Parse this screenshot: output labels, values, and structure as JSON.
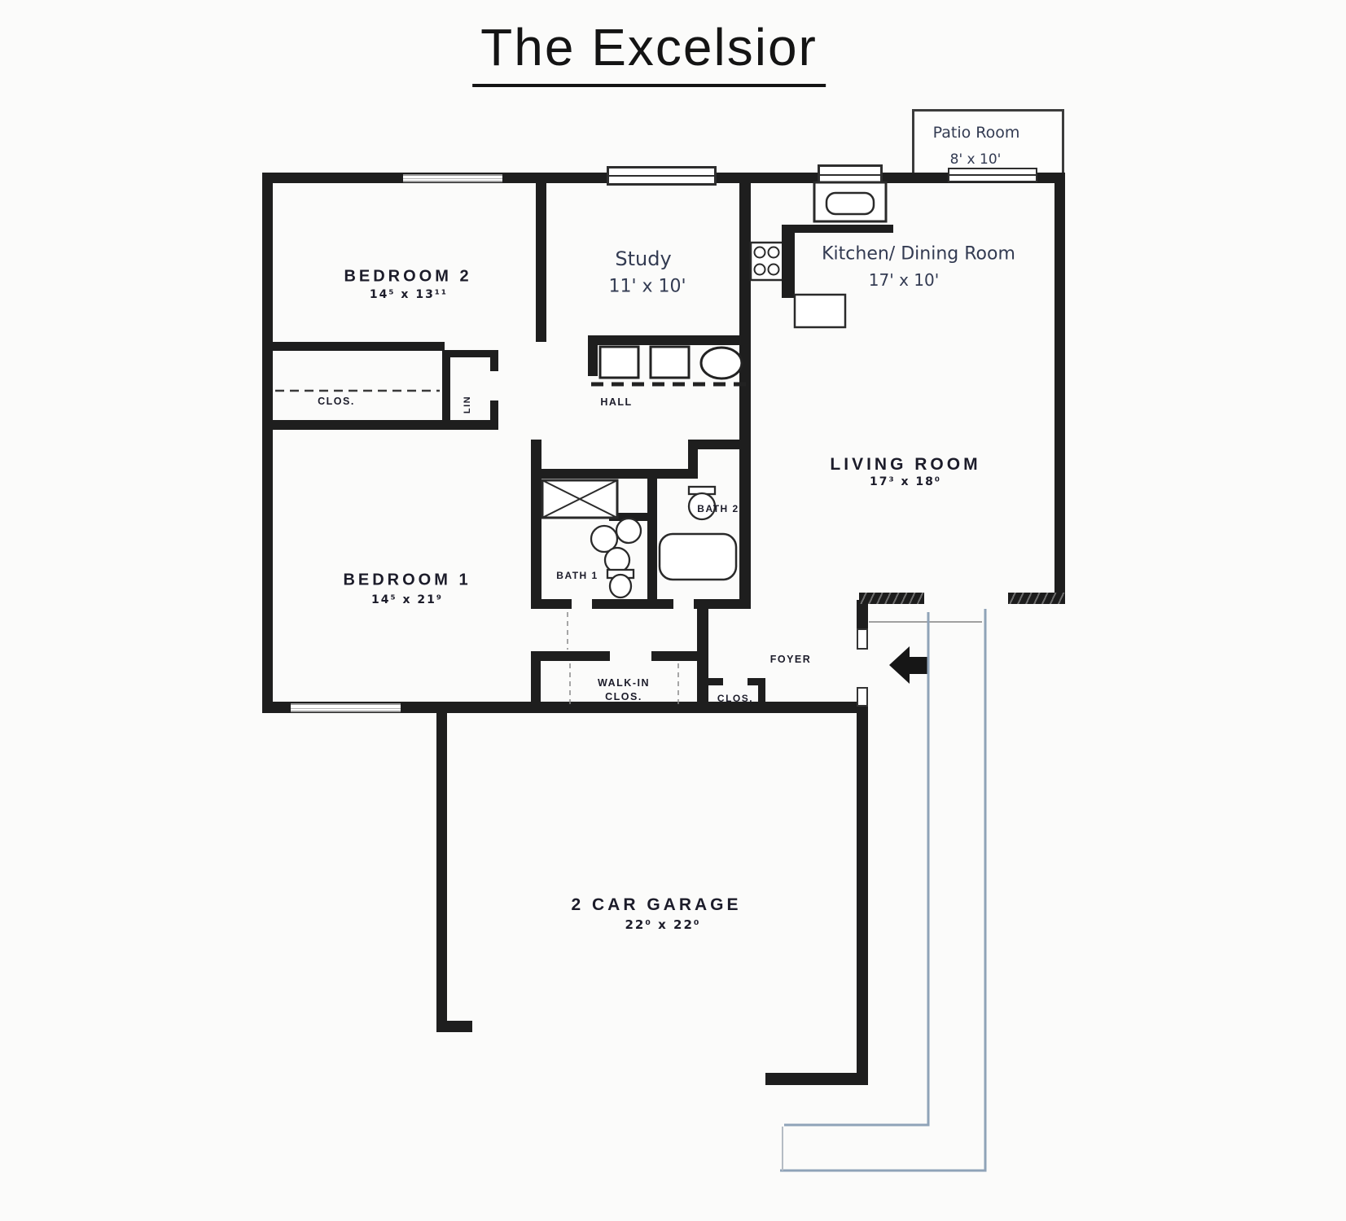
{
  "title": "The Excelsior",
  "rooms": {
    "patio": {
      "name": "Patio Room",
      "dims": "8' x 10'"
    },
    "bedroom2": {
      "name": "BEDROOM 2",
      "dims": "14⁵ x 13¹¹"
    },
    "study": {
      "name": "Study",
      "dims": "11' x 10'"
    },
    "kitchen": {
      "name": "Kitchen/ Dining Room",
      "dims": "17' x 10'"
    },
    "living": {
      "name": "LIVING ROOM",
      "dims": "17³ x 18⁰"
    },
    "bedroom1": {
      "name": "BEDROOM 1",
      "dims": "14⁵ x 21⁹"
    },
    "garage": {
      "name": "2 CAR GARAGE",
      "dims": "22⁰ x 22⁰"
    }
  },
  "labels": {
    "hall": "HALL",
    "bath1": "BATH 1",
    "bath2": "BATH 2",
    "closet_bed2": "CLOS.",
    "linen": "LIN",
    "walkin_line1": "WALK-IN",
    "walkin_line2": "CLOS.",
    "foyer": "FOYER",
    "closet_foyer": "CLOS."
  },
  "icons": {
    "entry_arrow": "left-arrow"
  },
  "colors": {
    "wall": "#1e1e1e",
    "driveway_line": "#8fa3b8",
    "label_dark": "#1c1c2a",
    "label_blue": "#333b52"
  }
}
